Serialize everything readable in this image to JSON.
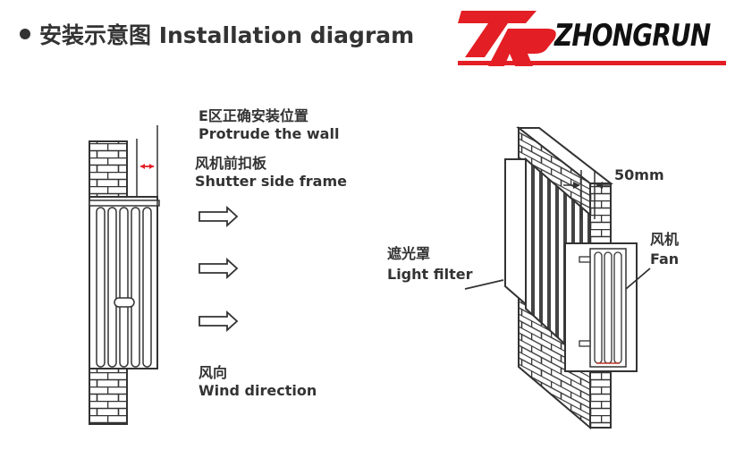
{
  "header": {
    "title": "安装示意图 Installation diagram",
    "brand": "ZHONGRUN",
    "brand_colors": {
      "mark": "#e31e24",
      "text": "#111111"
    }
  },
  "left_diagram": {
    "protrude_zh": "E区正确安装位置",
    "protrude_en": "Protrude  the wall",
    "shutter_zh": "风机前扣板",
    "shutter_en": "Shutter side frame",
    "wind_zh": "风向",
    "wind_en": "Wind direction"
  },
  "right_diagram": {
    "gap_label": "50mm",
    "filter_zh": "遮光罩",
    "filter_en": "Light filter",
    "fan_zh": "风机",
    "fan_en": "Fan"
  }
}
